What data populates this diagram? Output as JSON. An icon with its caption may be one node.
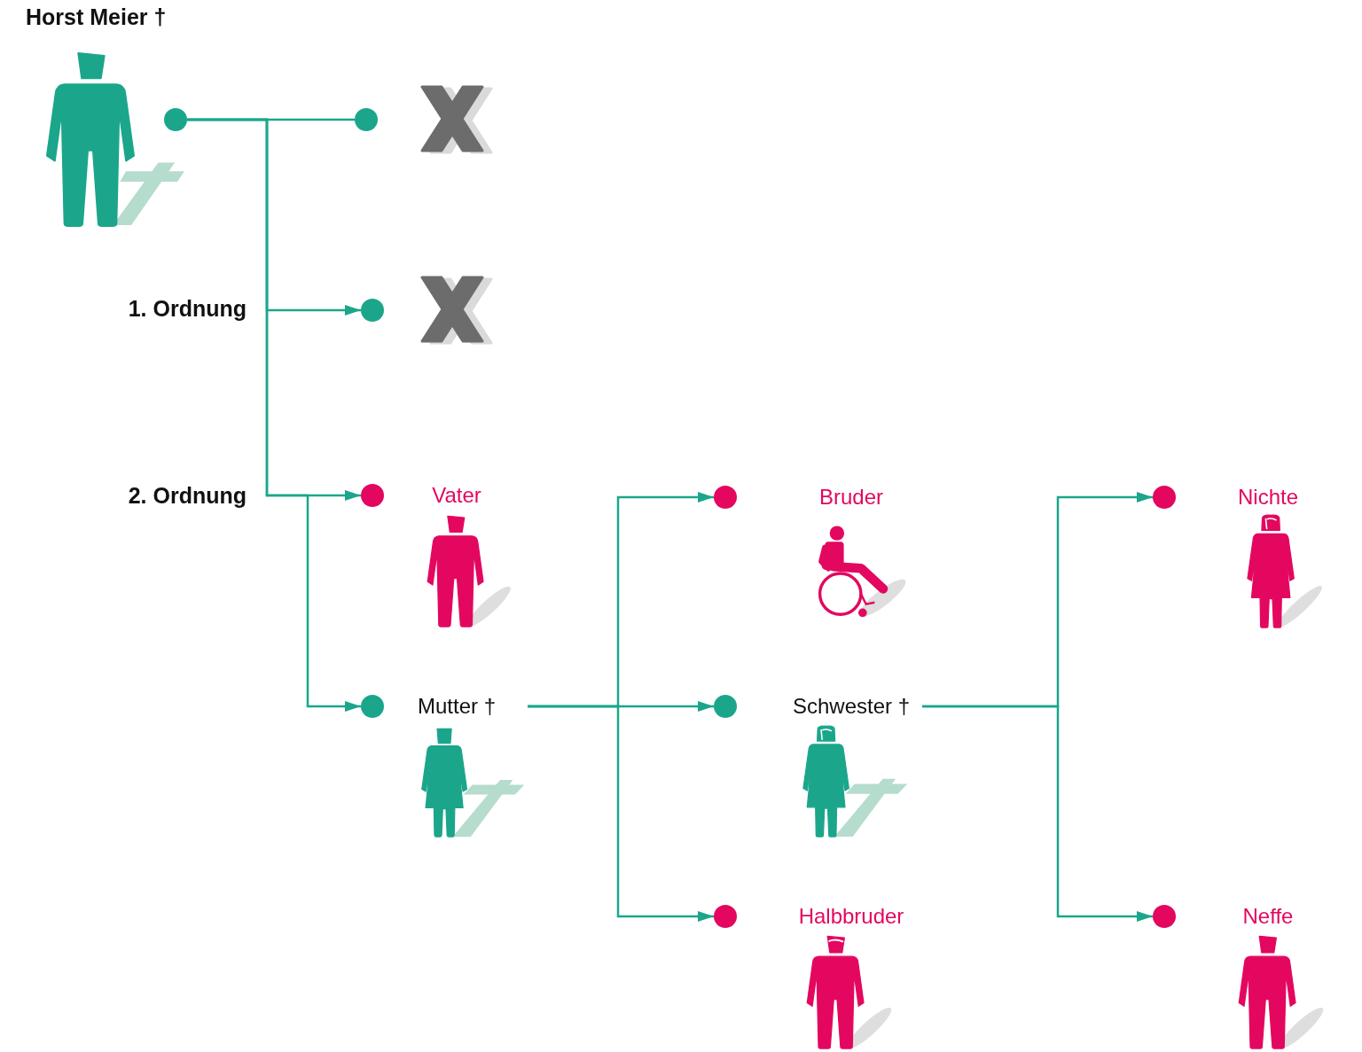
{
  "diagram": {
    "nodes": [
      {
        "text": [
          "Horst Meier †"
        ]
      },
      {
        "text": [],
        "shape": "picture"
      },
      {
        "text": [],
        "shape": "picture"
      },
      {
        "text": [
          "Vater"
        ]
      },
      {
        "text": [
          "Bruder"
        ]
      },
      {
        "text": [
          "Nichte"
        ]
      },
      {
        "text": [
          "Mutter †"
        ]
      },
      {
        "text": [
          "Schwester †"
        ]
      },
      {
        "text": [
          "Halbbruder"
        ]
      },
      {
        "text": [
          "Neffe"
        ]
      }
    ],
    "edges": [
      {
        "from": 0,
        "to": 1,
        "arrow": "none"
      },
      {
        "from": 0,
        "to": 2,
        "arrow": "to"
      },
      {
        "from": 0,
        "to": 3,
        "arrow": "to"
      },
      {
        "from": 0,
        "to": 6,
        "arrow": "to"
      },
      {
        "from": 6,
        "to": 4,
        "arrow": "to"
      },
      {
        "from": 6,
        "to": 7,
        "arrow": "to"
      },
      {
        "from": 6,
        "to": 8,
        "arrow": "to"
      },
      {
        "from": 7,
        "to": 5,
        "arrow": "to"
      },
      {
        "from": 7,
        "to": 9,
        "arrow": "to"
      }
    ],
    "labels": [
      "1. Ordnung",
      "2. Ordnung"
    ]
  }
}
